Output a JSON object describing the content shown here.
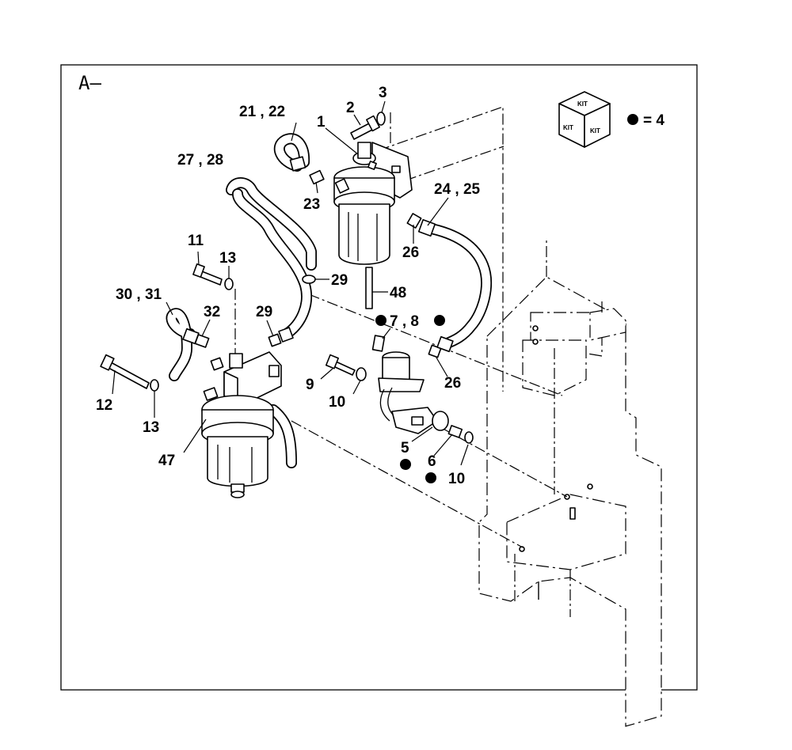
{
  "title": "A–",
  "legend": {
    "kit_face_top": "KIT",
    "kit_face_left": "KIT",
    "kit_face_right": "KIT",
    "equation": "= 4"
  },
  "callouts": {
    "c1": "1",
    "c2": "2",
    "c3": "3",
    "c21_22": "21 , 22",
    "c27_28": "27 , 28",
    "c23": "23",
    "c24_25": "24 , 25",
    "c26a": "26",
    "c11": "11",
    "c13a": "13",
    "c29a": "29",
    "c48": "48",
    "c30_31": "30 , 31",
    "c32": "32",
    "c29b": "29",
    "c7_8": "7 , 8",
    "c9": "9",
    "c10a": "10",
    "c26b": "26",
    "c12": "12",
    "c13b": "13",
    "c47": "47",
    "c5": "5",
    "c6": "6",
    "c10b": "10"
  }
}
